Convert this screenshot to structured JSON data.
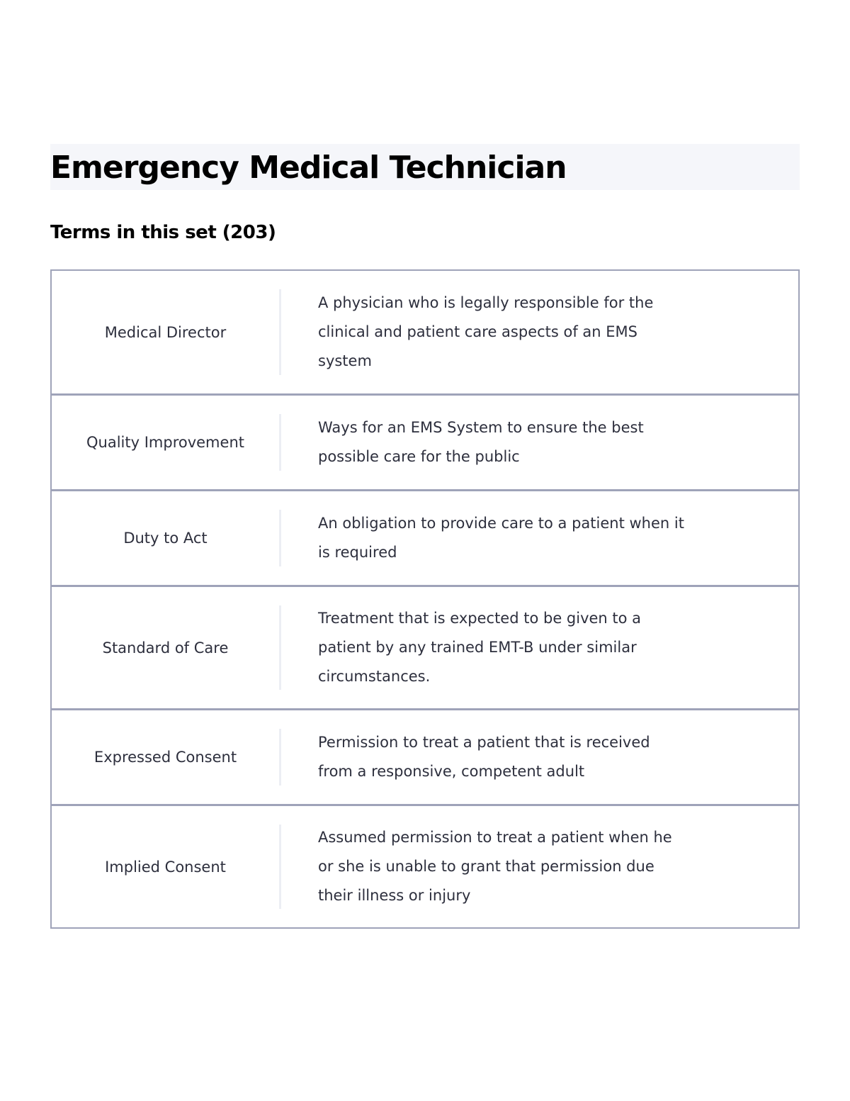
{
  "page": {
    "title": "Emergency Medical Technician",
    "subtitle": "Terms in this set (203)"
  },
  "terms": [
    {
      "term": "Medical Director",
      "definition": "A physician who is legally responsible for the clinical and patient care aspects of an EMS system"
    },
    {
      "term": "Quality Improvement",
      "definition": "Ways for an EMS System to ensure the best possible care for the public"
    },
    {
      "term": "Duty to Act",
      "definition": "An obligation to provide care to a patient when it is required"
    },
    {
      "term": "Standard of Care",
      "definition": "Treatment that is expected to be given to a patient by any trained EMT-B under similar circumstances."
    },
    {
      "term": "Expressed Consent",
      "definition": "Permission to treat a patient that is received from a responsive, competent adult"
    },
    {
      "term": "Implied Consent",
      "definition": "Assumed permission to treat a patient when he or she is unable to grant that permission due their illness or injury"
    }
  ],
  "colors": {
    "border": "#9fa3b9",
    "title_band": "#f5f6fa",
    "text": "#2d2f3d"
  }
}
